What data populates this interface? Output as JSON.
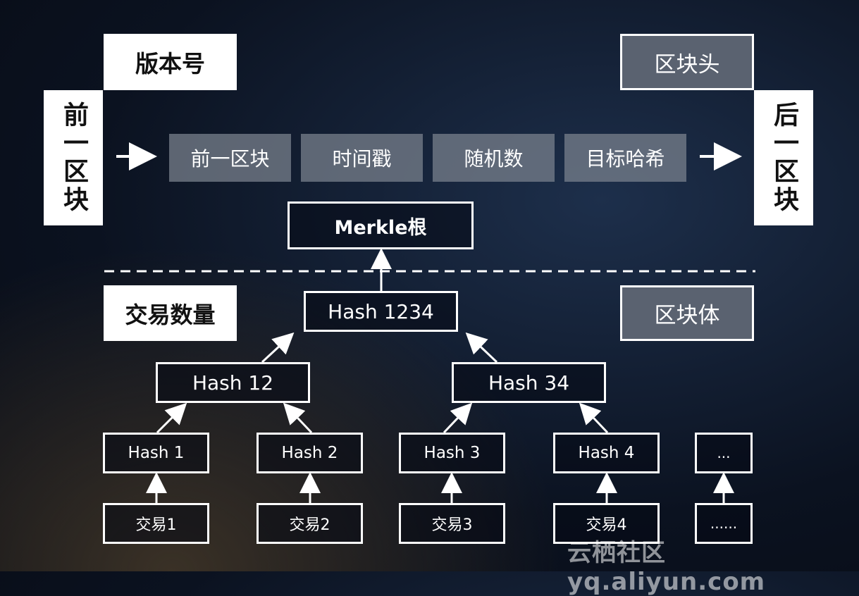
{
  "header": {
    "version_label": "版本号",
    "block_header_label": "区块头",
    "prev_block_label": "前一区块",
    "next_block_label": "后一区块",
    "fields": [
      "前一区块",
      "时间戳",
      "随机数",
      "目标哈希"
    ],
    "merkle_root_label": "Merkle根"
  },
  "body": {
    "tx_count_label": "交易数量",
    "block_body_label": "区块体",
    "hash_root": "Hash 1234",
    "hash_level2": [
      "Hash 12",
      "Hash 34"
    ],
    "hash_leaves": [
      "Hash 1",
      "Hash 2",
      "Hash 3",
      "Hash 4",
      "..."
    ],
    "transactions": [
      "交易1",
      "交易2",
      "交易3",
      "交易4",
      "......"
    ]
  },
  "watermark": "云栖社区 yq.aliyun.com"
}
